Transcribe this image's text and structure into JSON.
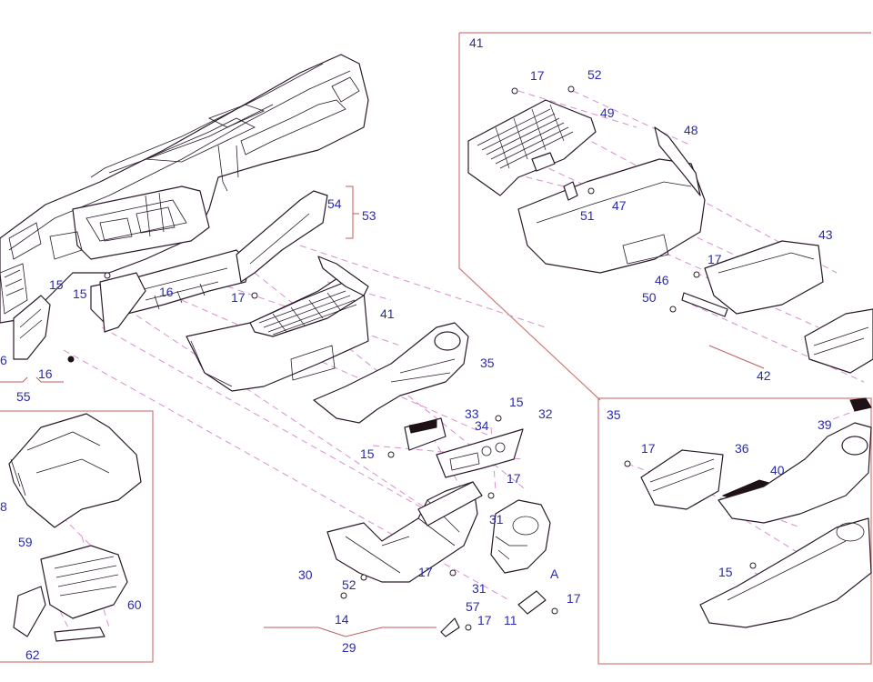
{
  "labels": {
    "l41_top": "41",
    "l17_a": "17",
    "l52_a": "52",
    "l49": "49",
    "l48": "48",
    "l47": "47",
    "l51": "51",
    "l43": "43",
    "l17_b": "17",
    "l46": "46",
    "l50": "50",
    "l42": "42",
    "l54": "54",
    "l53": "53",
    "l15_a": "15",
    "l15_b": "15",
    "l16_a": "16",
    "l17_c": "17",
    "l6": "6",
    "l16_b": "16",
    "l55": "55",
    "l41_mid": "41",
    "l35_mid": "35",
    "l33": "33",
    "l34": "34",
    "l15_c": "15",
    "l32": "32",
    "l15_d": "15",
    "l17_d": "17",
    "l31_a": "31",
    "lA": "A",
    "l30": "30",
    "l52_b": "52",
    "l17_e": "17",
    "l31_b": "31",
    "l14": "14",
    "l57": "57",
    "l17_f": "17",
    "l11": "11",
    "l17_g": "17",
    "l29": "29",
    "l35_box": "35",
    "l39": "39",
    "l17_h": "17",
    "l36": "36",
    "l40": "40",
    "l15_e": "15",
    "l8": "8",
    "l59": "59",
    "l60": "60",
    "l62": "62"
  },
  "colors": {
    "label": "#2b2bb0",
    "leader": "#d98fce",
    "frame": "#d07a7a",
    "line": "#2a1a2a"
  }
}
